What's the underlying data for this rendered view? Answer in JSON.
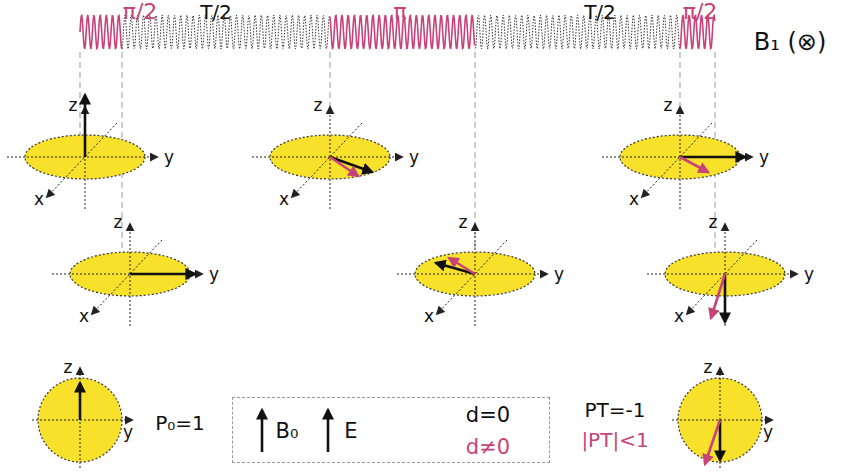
{
  "diagram": {
    "nodes": [
      {
        "text": [
          "B₀",
          "E",
          "d=0",
          "d≠0"
        ]
      }
    ],
    "labels": [
      "π/2",
      "T/2",
      "π",
      "T/2",
      "π/2",
      "B₁ (⊗)",
      "z",
      "y",
      "x",
      "z",
      "y",
      "x",
      "z",
      "y",
      "x",
      "z",
      "y",
      "x",
      "z",
      "y",
      "x",
      "z",
      "y",
      "x",
      "z",
      "y",
      "P₀=1",
      "PT=-1",
      "|PT|<1",
      "z",
      "y"
    ]
  }
}
